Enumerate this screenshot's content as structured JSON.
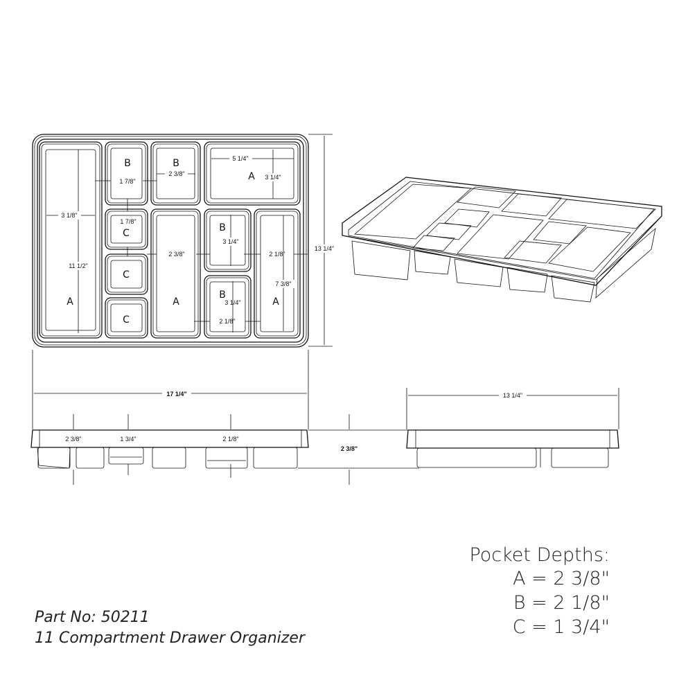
{
  "top_view": {
    "compartment_labels": {
      "left_a": "A",
      "b1": "B",
      "b2": "B",
      "top_right_a": "A",
      "c1": "C",
      "c2": "C",
      "c3": "C",
      "middle_a": "A",
      "b3": "B",
      "b4": "B",
      "right_a": "A"
    },
    "dimensions": {
      "b1_width": "1 7/8\"",
      "b2_width": "2 3/8\"",
      "top_a_width": "5 1/4\"",
      "top_a_height": "3 1/4\"",
      "left_a_width": "3 1/8\"",
      "left_a_height": "11 1/2\"",
      "c_width": "1 7/8\"",
      "middle_a_width": "2 3/8\"",
      "b3_height": "3 1/4\"",
      "right_a_width": "2 1/8\"",
      "overall_depth": "13 1/4\"",
      "right_a_height": "7 3/8\"",
      "b4_height": "3 1/4\"",
      "b4_width": "2 1/8\""
    }
  },
  "side_views": {
    "overall_length": "17 1/4\"",
    "overall_width": "13 1/4\"",
    "depth_a": "2 3/8\"",
    "depth_c": "1 3/4\"",
    "depth_b": "2 1/8\"",
    "overall_height": "2 3/8\""
  },
  "pocket_depths": {
    "title": "Pocket Depths:",
    "a": "A = 2 3/8\"",
    "b": "B = 2 1/8\"",
    "c": "C = 1 3/4\""
  },
  "part_info": {
    "part_no": "Part No: 50211",
    "description": "11 Compartment Drawer Organizer"
  }
}
